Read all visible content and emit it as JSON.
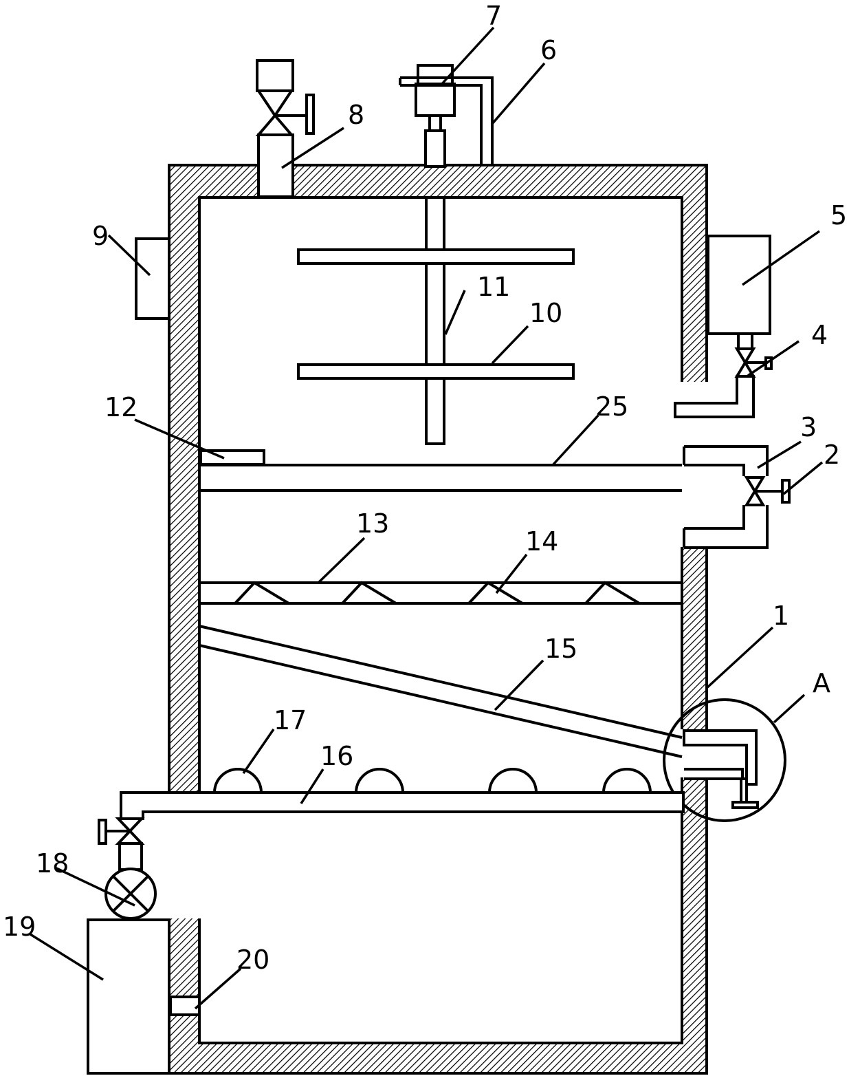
{
  "labels": {
    "l1": "1",
    "l2": "2",
    "l3": "3",
    "l4": "4",
    "l5": "5",
    "l6": "6",
    "l7": "7",
    "l8": "8",
    "l9": "9",
    "l10": "10",
    "l11": "11",
    "l12": "12",
    "l13": "13",
    "l14": "14",
    "l15": "15",
    "l16": "16",
    "l17": "17",
    "l18": "18",
    "l19": "19",
    "l20": "20",
    "l25": "25",
    "lA": "A"
  },
  "colors": {
    "stroke": "#000000",
    "background": "#ffffff"
  }
}
